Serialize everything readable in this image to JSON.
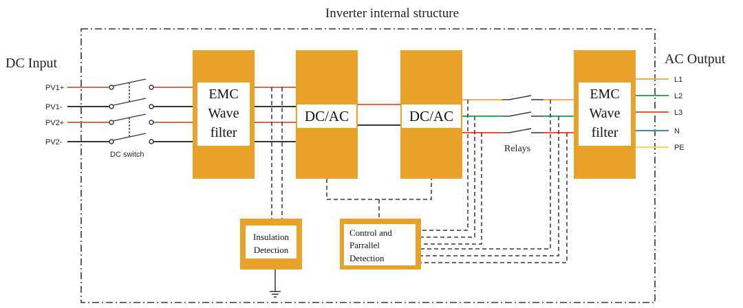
{
  "title": "Inverter internal structure",
  "dc_input": {
    "label": "DC Input",
    "lines": [
      "PV1+",
      "PV1-",
      "PV2+",
      "PV2-"
    ],
    "switch_label": "DC switch"
  },
  "blocks": {
    "emc_in": [
      "EMC",
      "Wave",
      "filter"
    ],
    "dcac1": "DC/AC",
    "dcac2": "DC/AC",
    "emc_out": [
      "EMC",
      "Wave",
      "filter"
    ],
    "insulation": [
      "Insulation",
      "Detection"
    ],
    "control": [
      "Control and",
      "Parrallel",
      "Detection"
    ]
  },
  "relays_label": "Relays",
  "ac_output": {
    "label": "AC Output",
    "lines": [
      "L1",
      "L2",
      "L3",
      "N",
      "PE"
    ]
  },
  "colors": {
    "block": "#e9a229",
    "dashed_border": "#333333",
    "pos_wire": "#e7643c",
    "neg_wire": "#333333",
    "l1": "#f3b43b",
    "l2": "#2eaa5c",
    "l3": "#e4572e",
    "n": "#3f87c8",
    "pe": "#f0e14a"
  }
}
